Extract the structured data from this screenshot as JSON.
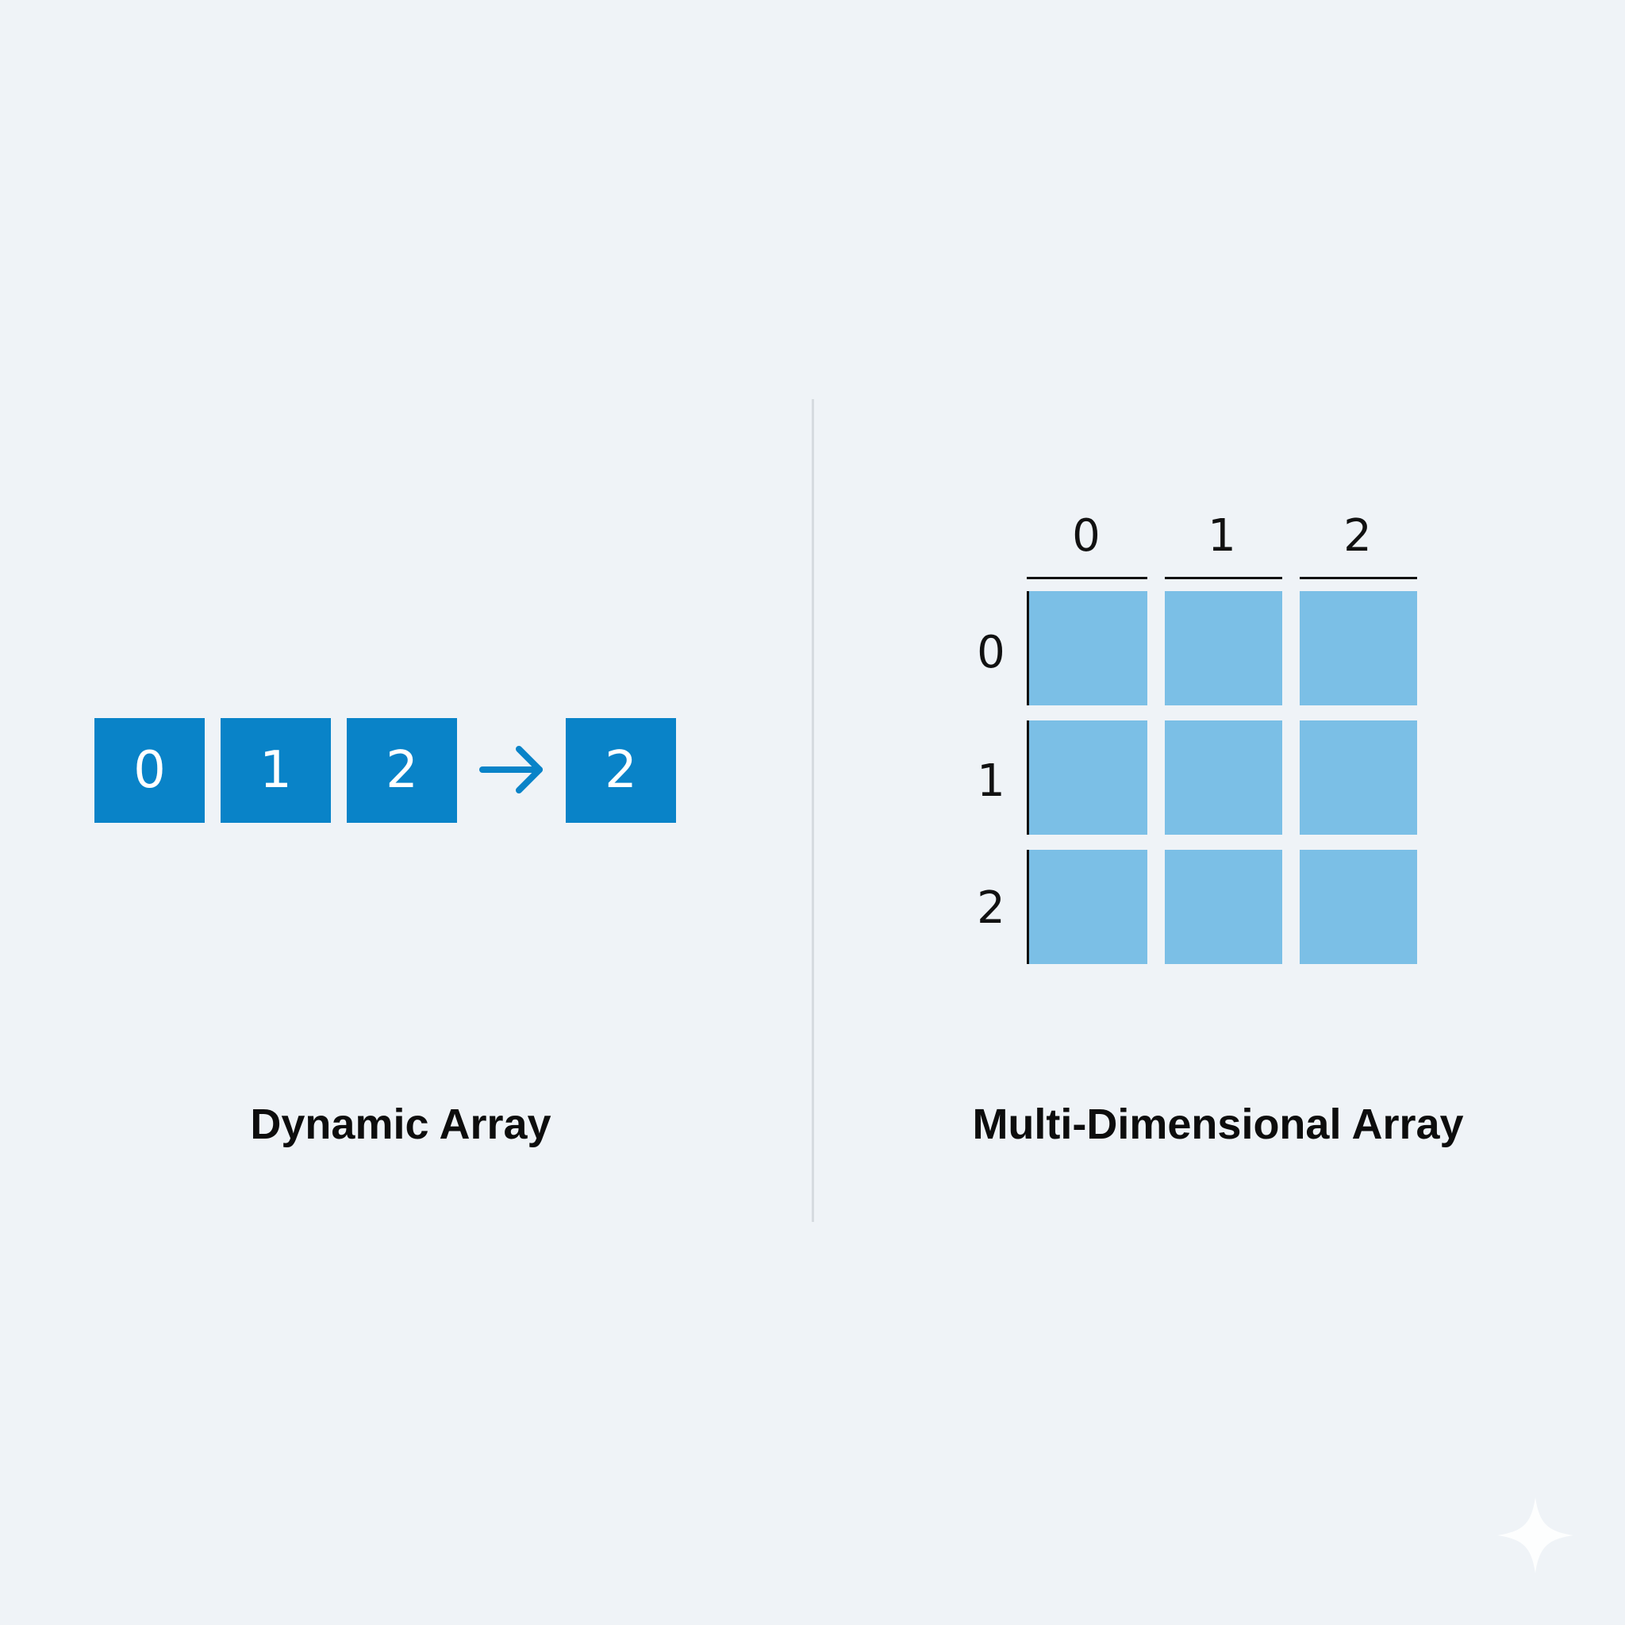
{
  "dynamic_array": {
    "cells": [
      "0",
      "1",
      "2"
    ],
    "new_cell": "2",
    "caption": "Dynamic Array"
  },
  "multi_dimensional_array": {
    "column_indices": [
      "0",
      "1",
      "2"
    ],
    "row_indices": [
      "0",
      "1",
      "2"
    ],
    "caption": "Multi-Dimensional Array"
  },
  "colors": {
    "background": "#eff3f7",
    "dynamic_cell": "#0983c8",
    "grid_cell": "#7bbfe6",
    "divider": "#d6dbe0"
  },
  "icons": {
    "arrow": "arrow-right-icon",
    "corner_mark": "sparkle-icon"
  }
}
